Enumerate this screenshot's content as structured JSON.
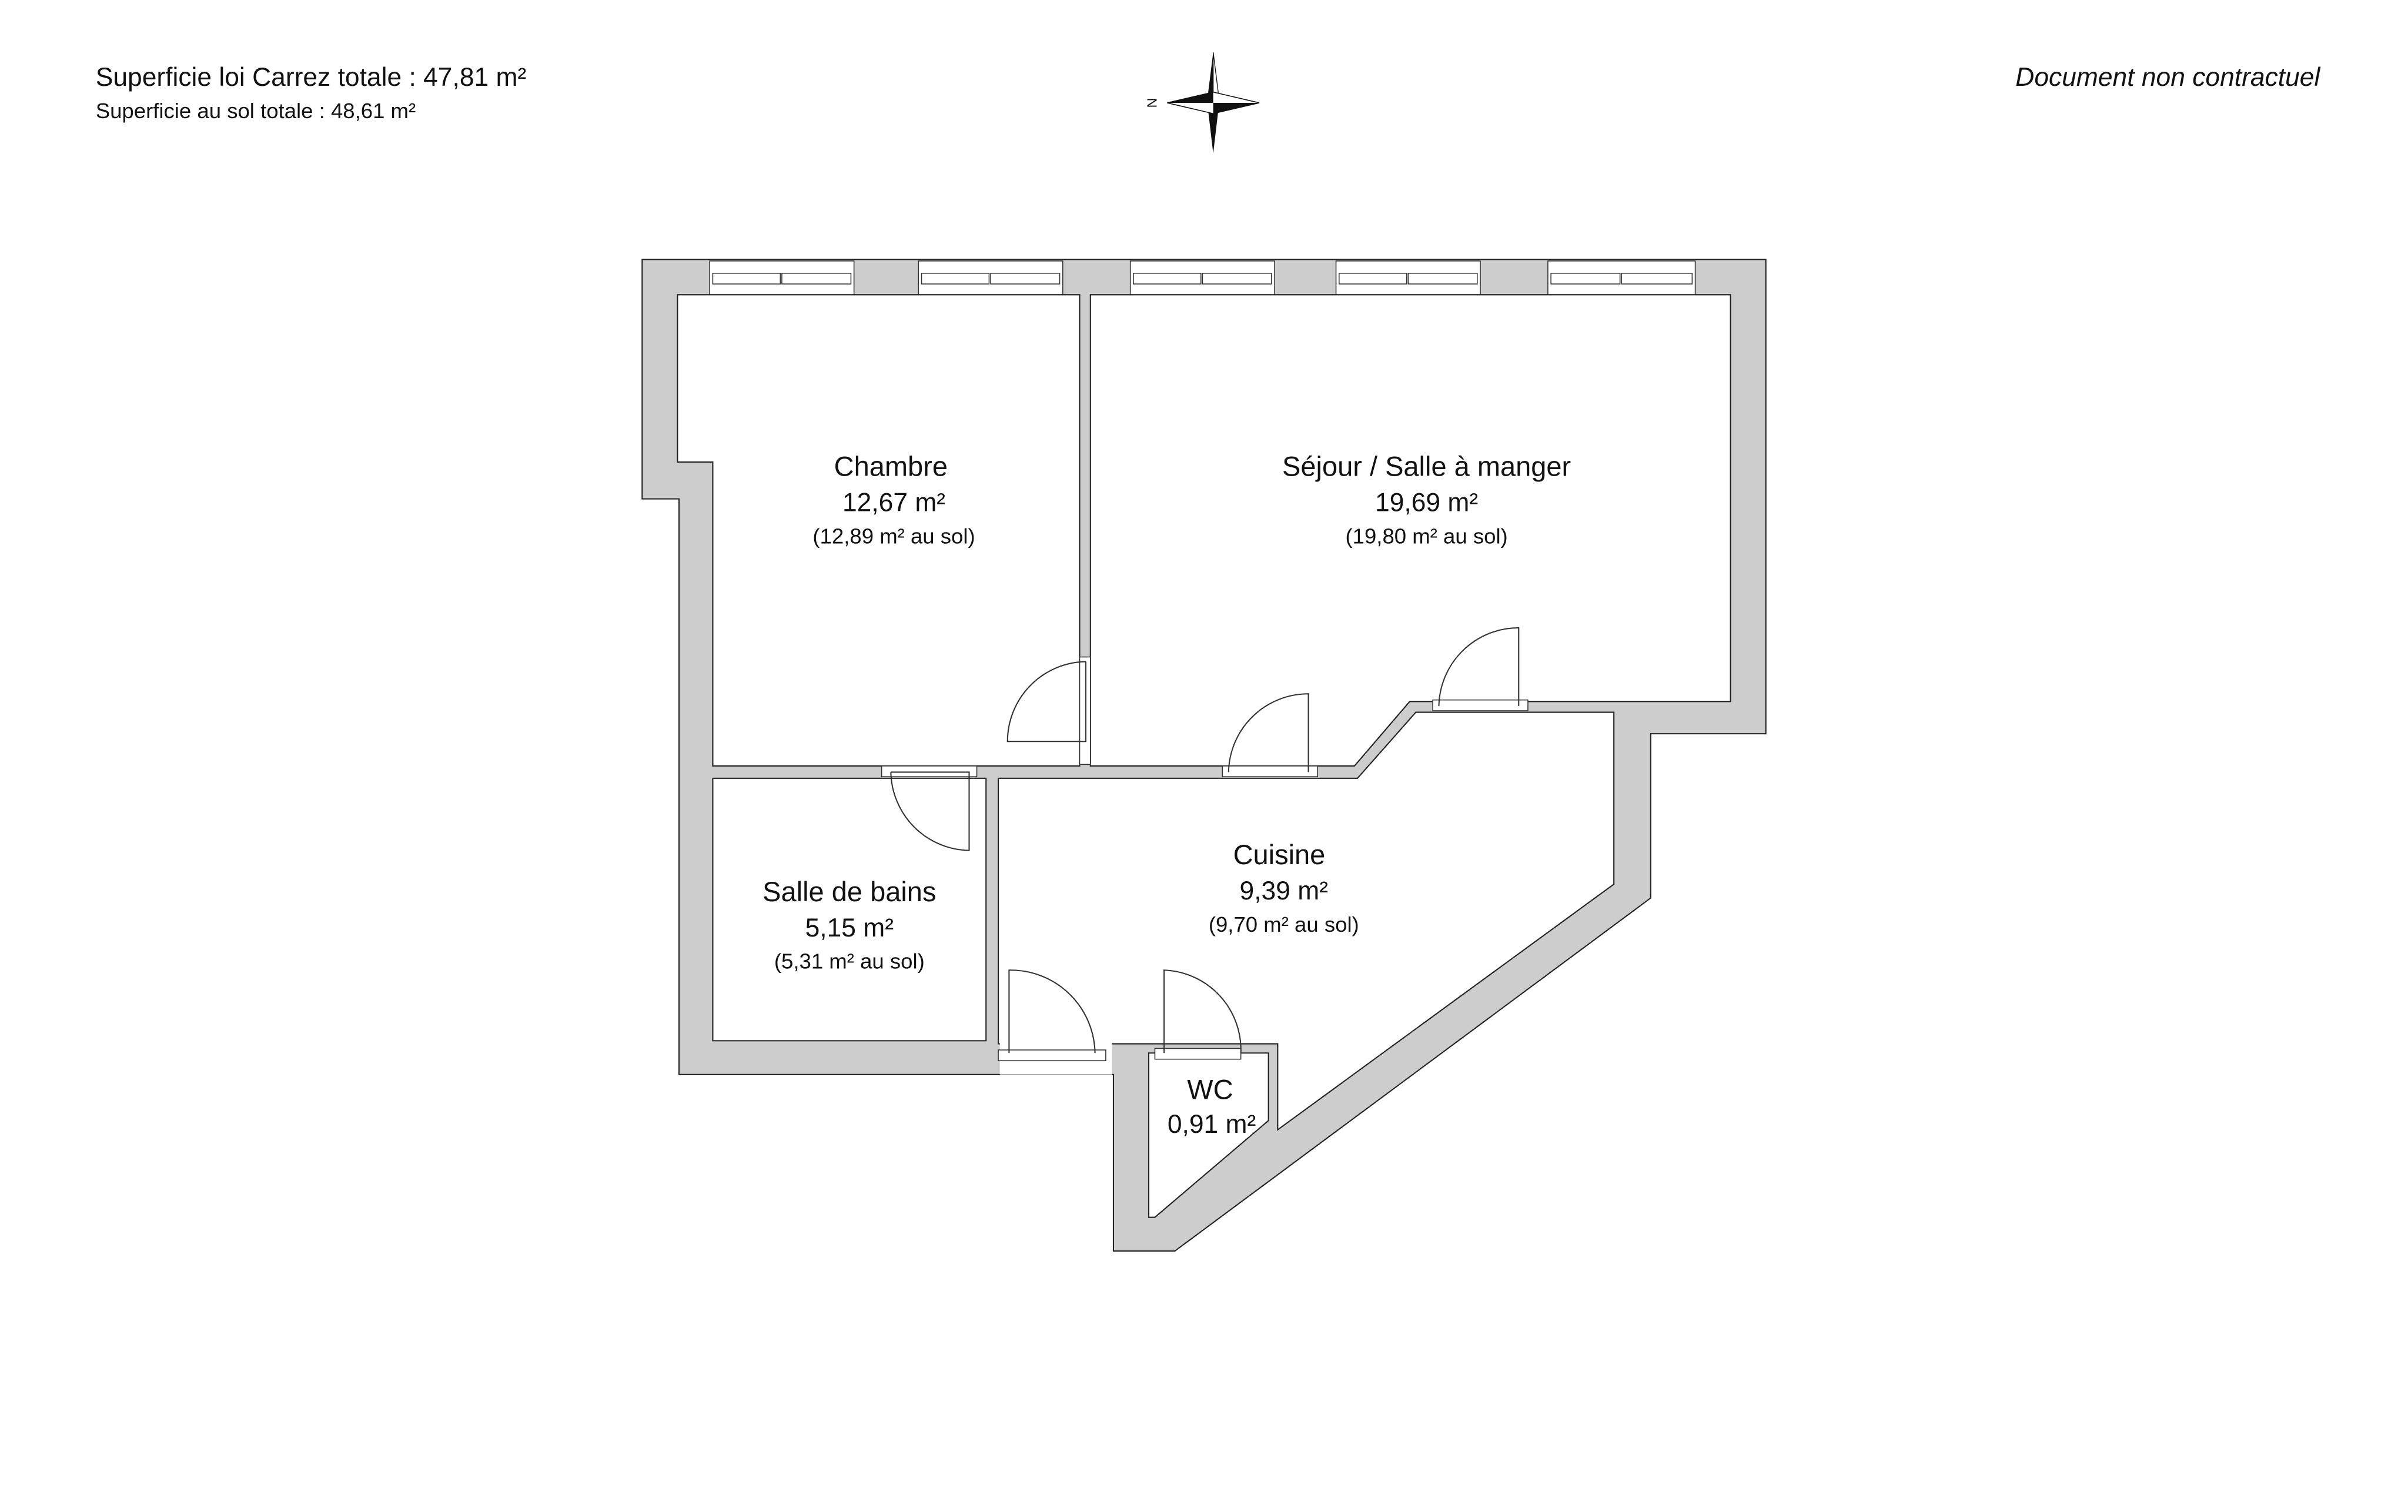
{
  "header": {
    "carrez_total": "Superficie loi Carrez totale :  47,81 m²",
    "sol_total": "Superficie au sol totale :  48,61 m²",
    "disclaimer": "Document non contractuel",
    "compass_label": "N"
  },
  "rooms": {
    "chambre": {
      "name": "Chambre",
      "area": "12,67 m²",
      "sol": "(12,89 m² au sol)"
    },
    "sejour": {
      "name": "Séjour / Salle à manger",
      "area": "19,69 m²",
      "sol": "(19,80 m² au sol)"
    },
    "sdb": {
      "name": "Salle de bains",
      "area": "5,15 m²",
      "sol": "(5,31 m² au sol)"
    },
    "cuisine": {
      "name": "Cuisine",
      "area": "9,39 m²",
      "sol": "(9,70 m² au sol)"
    },
    "wc": {
      "name": "WC",
      "area": "0,91 m²"
    }
  },
  "colors": {
    "wall": "#cdcdcd",
    "line": "#222222"
  }
}
